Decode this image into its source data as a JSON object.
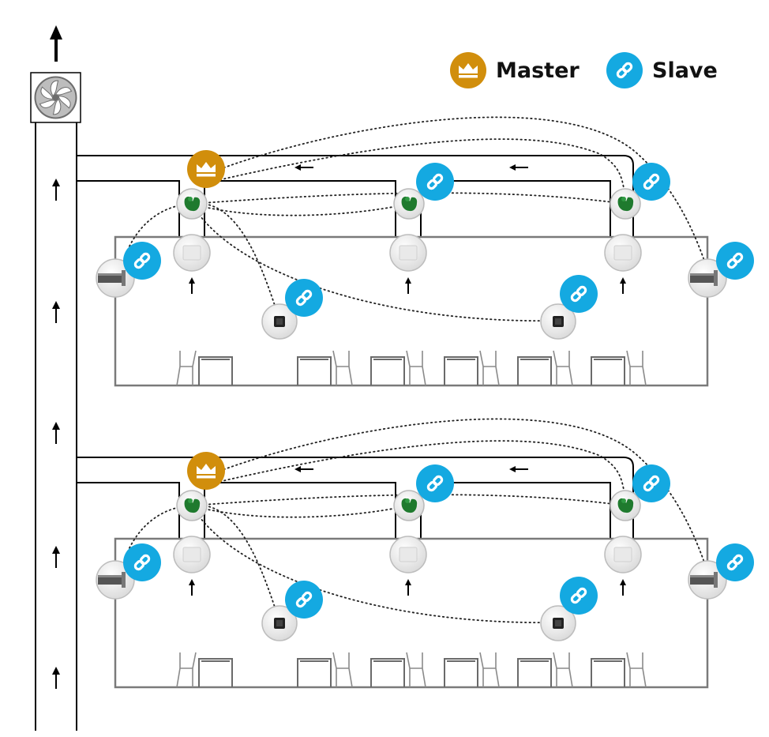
{
  "legend": {
    "master_label": "Master",
    "slave_label": "Slave"
  },
  "icons": {
    "master": "crown-icon",
    "slave": "link-icon",
    "fan": "fan-icon",
    "controller": "controller-device-icon",
    "sensor": "sensor-device-icon",
    "window": "window-unit-icon",
    "panel": "panel-device-icon"
  },
  "colors": {
    "master": "#d18e0c",
    "slave": "#14a9e1",
    "controller": "#1f7a2e",
    "line": "#777777",
    "duct": "#000000"
  },
  "rooms": [
    {
      "name": "room-upper",
      "master_device": "controller",
      "slave_devices": [
        "controller",
        "controller",
        "window-left",
        "window-right",
        "panel-left",
        "panel-right"
      ],
      "sensors": 3,
      "desks": 6
    },
    {
      "name": "room-lower",
      "master_device": "controller",
      "slave_devices": [
        "controller",
        "controller",
        "window-left",
        "window-right",
        "panel-left",
        "panel-right"
      ],
      "sensors": 3,
      "desks": 6
    }
  ]
}
